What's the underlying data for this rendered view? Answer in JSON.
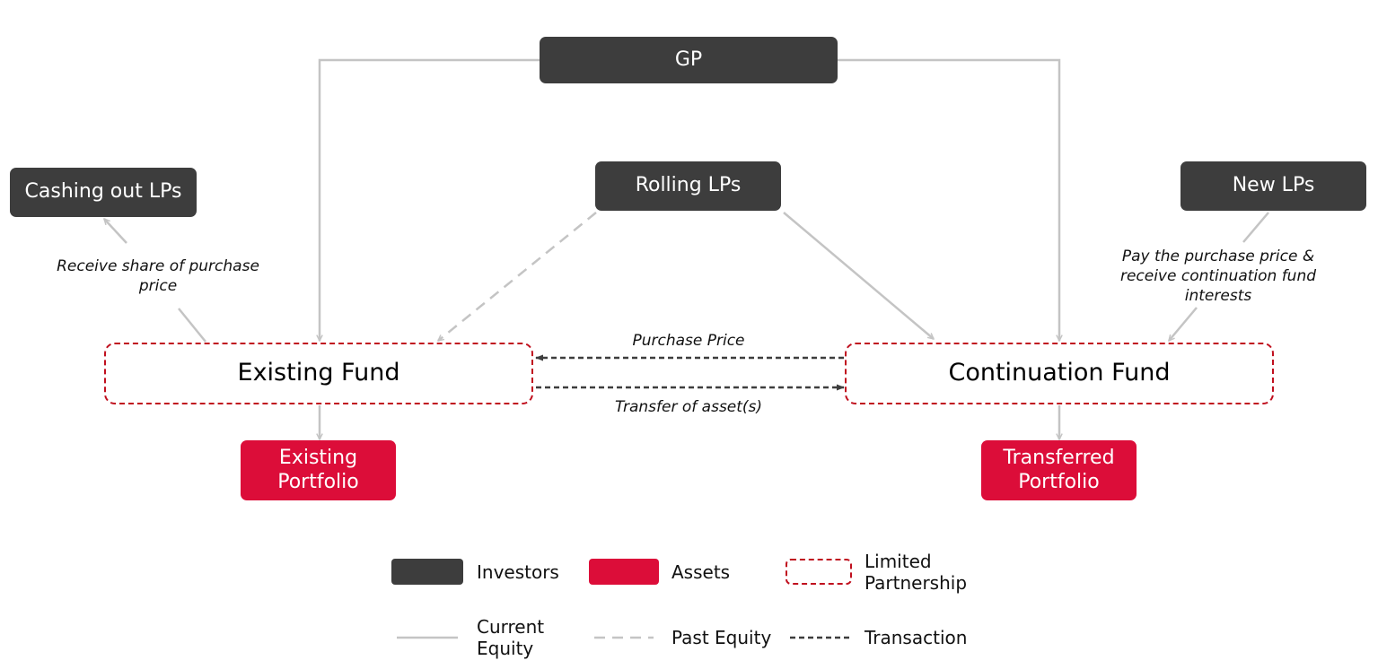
{
  "nodes": {
    "gp": "GP",
    "rolling_lps": "Rolling LPs",
    "new_lps": "New LPs",
    "cashing_out_lps": "Cashing out LPs",
    "existing_fund": "Existing Fund",
    "continuation_fund": "Continuation Fund",
    "existing_portfolio": "Existing Portfolio",
    "transferred_portfolio": "Transferred Portfolio"
  },
  "edge_labels": {
    "receive_share": "Receive share of purchase price",
    "pay_purchase": "Pay the purchase price & receive continuation fund interests",
    "purchase_price": "Purchase Price",
    "transfer_assets": "Transfer of asset(s)"
  },
  "legend": {
    "investors": "Investors",
    "assets": "Assets",
    "limited_partnership": "Limited Partnership",
    "current_equity": "Current Equity",
    "past_equity": "Past Equity",
    "transaction": "Transaction"
  },
  "colors": {
    "investor": "#3d3d3d",
    "asset": "#dc0d39",
    "limited_partnership_border": "#c00f1e",
    "current_equity_line": "#c4c4c4",
    "past_equity_line": "#c4c4c4",
    "transaction_line": "#3d3d3d"
  }
}
